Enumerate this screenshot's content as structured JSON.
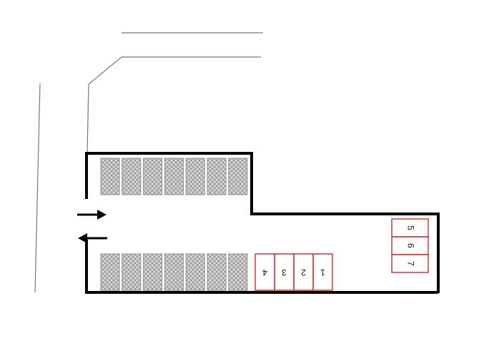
{
  "colors": {
    "background": "#ffffff",
    "wall": "#000000",
    "road_line": "#777777",
    "occupied_fill": "#d6d6d6",
    "occupied_hatch": "#8c8c8c",
    "available_slot": "#d9151b"
  },
  "entrance": {
    "in_arrow": "arrow-right-icon",
    "out_arrow": "arrow-left-icon"
  },
  "occupied_spaces": {
    "top_row_count": 7,
    "bottom_row_count": 7
  },
  "available_slots": {
    "bottom_row": [
      {
        "number": "4"
      },
      {
        "number": "3"
      },
      {
        "number": "2"
      },
      {
        "number": "1"
      }
    ],
    "right_column": [
      {
        "number": "5"
      },
      {
        "number": "6"
      },
      {
        "number": "7"
      }
    ]
  }
}
